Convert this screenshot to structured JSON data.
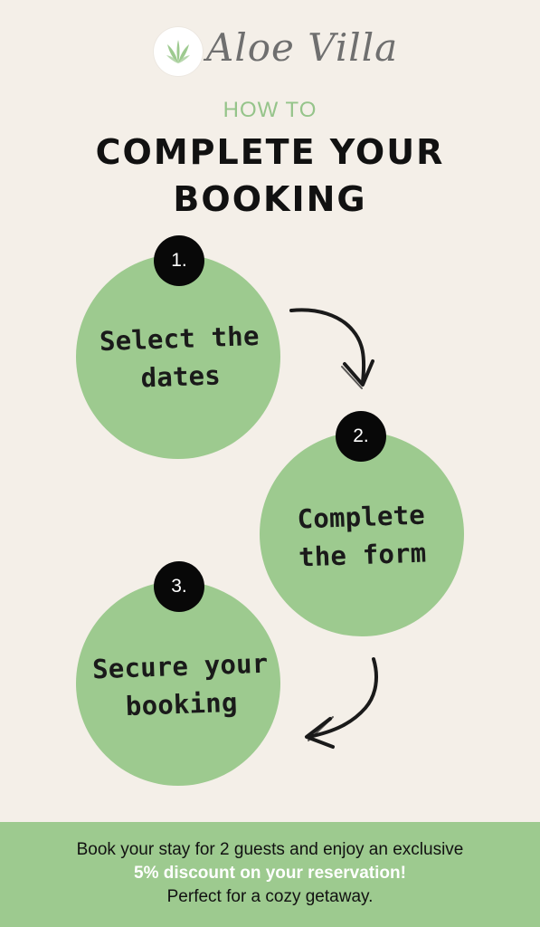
{
  "brand": {
    "name": "Aloe Villa",
    "logo_icon": "aloe-leaf-icon"
  },
  "heading": {
    "eyebrow": "HOW TO",
    "title": "COMPLETE YOUR BOOKING"
  },
  "steps": [
    {
      "number": "1.",
      "text": "Select the dates"
    },
    {
      "number": "2.",
      "text": "Complete the form"
    },
    {
      "number": "3.",
      "text": "Secure your booking"
    }
  ],
  "arrows": [
    {
      "icon": "hand-drawn-arrow-down-icon"
    },
    {
      "icon": "hand-drawn-arrow-left-icon"
    }
  ],
  "promo": {
    "line1": "Book your stay for 2 guests and enjoy an exclusive",
    "line2": "5% discount on your reservation!",
    "line3": "Perfect for a cozy getaway."
  },
  "colors": {
    "background": "#f4efe8",
    "accent_green": "#9dca8f",
    "eyebrow_green": "#95c48a",
    "text_dark": "#111111",
    "number_badge": "#080808",
    "logo_gray": "#6f6f6f",
    "white": "#ffffff"
  }
}
